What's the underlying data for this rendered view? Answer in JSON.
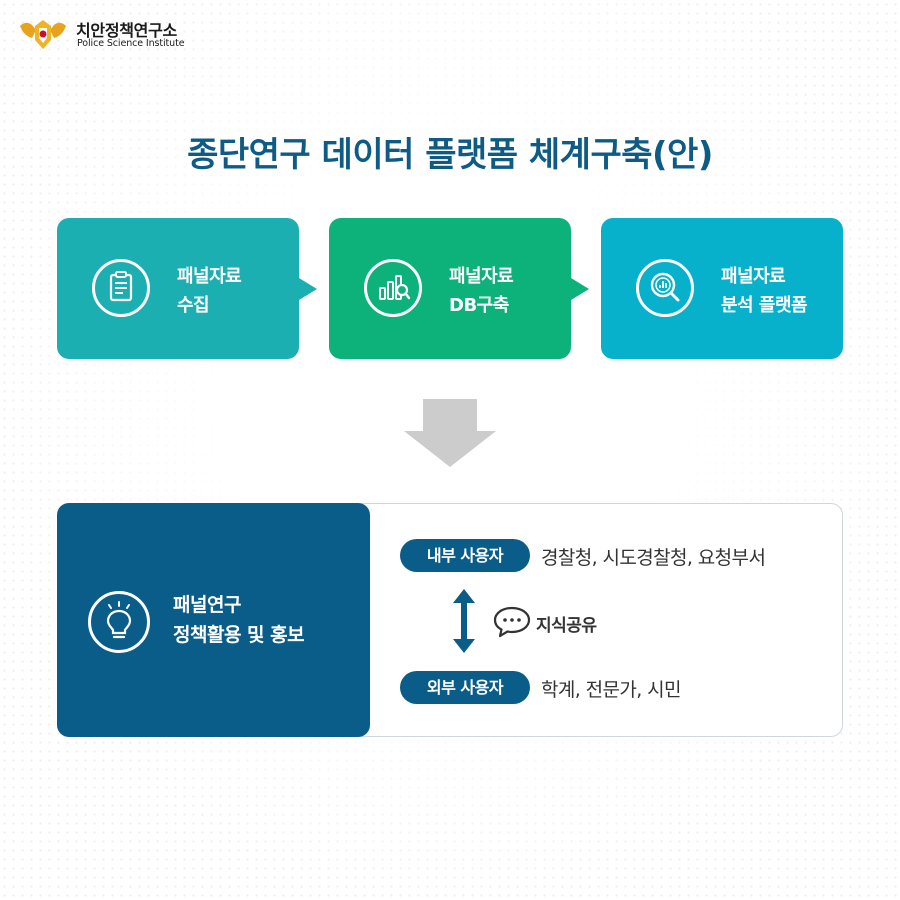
{
  "logo": {
    "name_ko": "치안정책연구소",
    "name_en": "Police Science Institute"
  },
  "title": "종단연구 데이터 플랫폼 체계구축(안)",
  "steps": [
    {
      "line1": "패널자료",
      "line2": "수집",
      "icon": "clipboard-icon",
      "color": "#1cafb2"
    },
    {
      "line1": "패널자료",
      "line2": "DB구축",
      "icon": "bar-chart-search-icon",
      "color": "#0db17a"
    },
    {
      "line1": "패널자료",
      "line2": "분석 플랫폼",
      "icon": "magnifier-chart-icon",
      "color": "#07b1cc"
    }
  ],
  "policy": {
    "line1": "패널연구",
    "line2": "정책활용 및 홍보",
    "icon": "lightbulb-icon",
    "color": "#0b5d89"
  },
  "users": {
    "internal": {
      "label": "내부 사용자",
      "desc": "경찰청, 시도경찰청, 요청부서"
    },
    "external": {
      "label": "외부 사용자",
      "desc": "학계, 전문가, 시민"
    }
  },
  "knowledge_share": "지식공유",
  "colors": {
    "title": "#0e5b86",
    "arrow": "#cccccc",
    "dark_blue": "#0b5d89"
  }
}
